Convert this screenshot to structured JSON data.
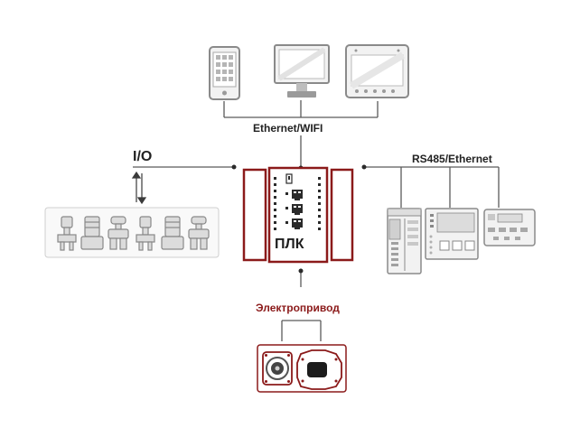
{
  "labels": {
    "network": "Ethernet/WIFI",
    "io": "I/O",
    "fieldbus": "RS485/Ethernet",
    "plc": "ПЛК",
    "drive": "Электропривод"
  },
  "icons": {
    "top_devices": [
      "smartphone-icon",
      "monitor-icon",
      "touch-panel-icon"
    ],
    "io_devices": [
      "valve-actuator-icon",
      "pump-icon",
      "valve-icon",
      "valve-actuator-icon",
      "pump-icon",
      "valve-icon"
    ],
    "right_devices": [
      "controller-icon",
      "panel-meter-icon",
      "relay-module-icon"
    ],
    "drive_devices": [
      "motor-drive-icon",
      "actuator-housing-icon"
    ]
  },
  "colors": {
    "accent": "#8b1a1a",
    "line": "#5a5a5a",
    "device": "#8a8a8a",
    "device_fill": "#ececec"
  }
}
